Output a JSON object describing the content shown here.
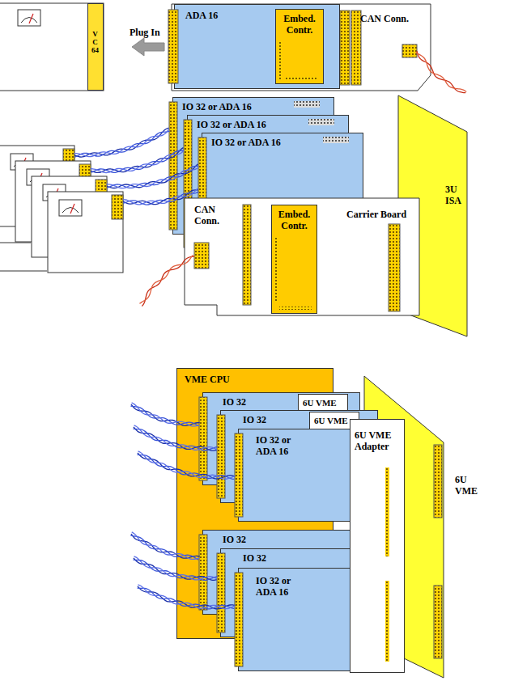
{
  "diagram": {
    "nodes": [
      {
        "text": [
          "VC64"
        ]
      },
      {
        "text": [
          "CAN Conn."
        ]
      },
      {
        "text": [
          "ADA 16"
        ]
      },
      {
        "text": [
          "Embed. Contr."
        ],
        "in": 2
      },
      {
        "text": [
          "3U ISA"
        ]
      },
      {
        "text": [
          "IO 32 or ADA 16"
        ]
      },
      {
        "text": [
          "IO 32 or ADA 16"
        ]
      },
      {
        "text": [
          "IO 32 or ADA 16"
        ]
      },
      {
        "text": [
          "CAN Conn.",
          "Carrier Board"
        ]
      },
      {
        "text": [
          "Embed. Contr."
        ],
        "in": 8
      },
      {
        "text": [
          "6U VME"
        ]
      },
      {
        "text": [
          "VME CPU"
        ]
      },
      {
        "text": [
          "IO 32"
        ]
      },
      {
        "text": [
          "6U VME"
        ],
        "in": 12
      },
      {
        "text": [
          "IO 32"
        ]
      },
      {
        "text": [
          "6U VME"
        ],
        "in": 14
      },
      {
        "text": [
          "IO 32 or ADA 16"
        ]
      },
      {
        "text": [
          "IO 32"
        ]
      },
      {
        "text": [
          "IO 32"
        ]
      },
      {
        "text": [
          "IO 32 or ADA 16"
        ]
      },
      {
        "text": [
          "6U VME Adapter"
        ]
      }
    ],
    "labels": [
      "Plug In"
    ]
  }
}
